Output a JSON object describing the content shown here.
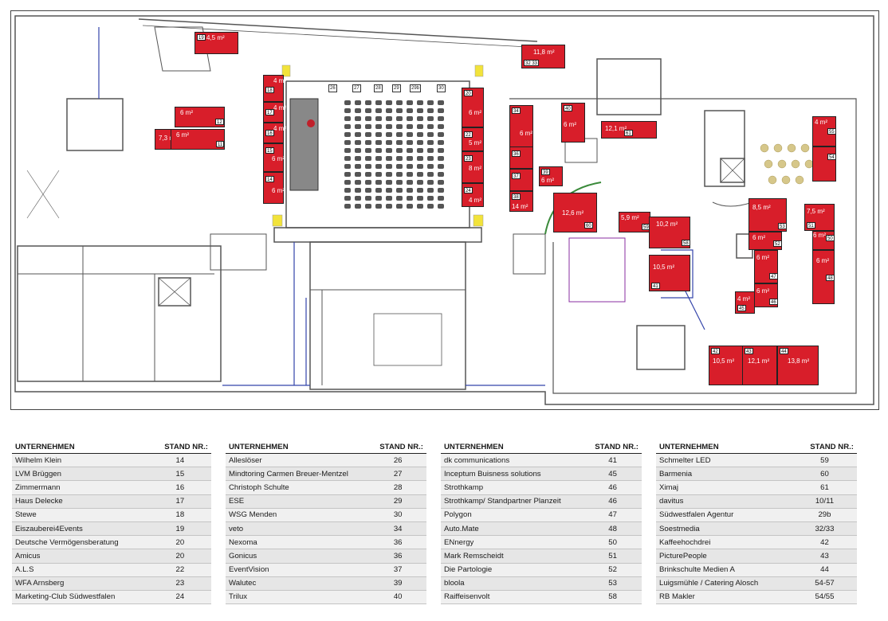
{
  "floorplan": {
    "booths": [
      {
        "id": "b19",
        "number": "19",
        "area": "4,5 m²"
      },
      {
        "id": "b12",
        "number": "12",
        "area": "6 m²"
      },
      {
        "id": "b10",
        "number": "10",
        "area": "7,3 m²"
      },
      {
        "id": "b11",
        "number": "11",
        "area": "6 m²"
      },
      {
        "id": "b18",
        "number": "18",
        "area": "4 m²"
      },
      {
        "id": "b17",
        "number": "17",
        "area": "4 m²"
      },
      {
        "id": "b16",
        "number": "16",
        "area": "4 m²"
      },
      {
        "id": "b15",
        "number": "15",
        "area": "6 m²"
      },
      {
        "id": "b14",
        "number": "14",
        "area": "6 m²"
      },
      {
        "id": "b20",
        "number": "20",
        "area": "6 m²"
      },
      {
        "id": "b22",
        "number": "22",
        "area": "5 m²"
      },
      {
        "id": "b23",
        "number": "23",
        "area": "8 m²"
      },
      {
        "id": "b24",
        "number": "24",
        "area": "4 m²"
      },
      {
        "id": "b3233",
        "number": "32 33",
        "area": "11,8 m²"
      },
      {
        "id": "b34",
        "number": "34",
        "area": "6 m²"
      },
      {
        "id": "b40",
        "number": "40",
        "area": "6 m²"
      },
      {
        "id": "b36",
        "number": "36",
        "area": ""
      },
      {
        "id": "b37",
        "number": "37",
        "area": ""
      },
      {
        "id": "b38",
        "number": "38",
        "area": "14 m²"
      },
      {
        "id": "b39",
        "number": "39",
        "area": "6 m²"
      },
      {
        "id": "b61",
        "number": "61",
        "area": "12,1 m²"
      },
      {
        "id": "b60",
        "number": "60",
        "area": "12,6 m²"
      },
      {
        "id": "b59",
        "number": "59",
        "area": "5,9 m²"
      },
      {
        "id": "b58",
        "number": "58",
        "area": "10,2 m²"
      },
      {
        "id": "b41",
        "number": "41",
        "area": "10,5 m²"
      },
      {
        "id": "b55",
        "number": "55",
        "area": "4 m²"
      },
      {
        "id": "b54",
        "number": "54",
        "area": ""
      },
      {
        "id": "b53",
        "number": "53",
        "area": "8,5 m²"
      },
      {
        "id": "b52",
        "number": "52",
        "area": "6 m²"
      },
      {
        "id": "b47",
        "number": "47",
        "area": "6 m²"
      },
      {
        "id": "b46",
        "number": "46",
        "area": "6 m²"
      },
      {
        "id": "b45",
        "number": "45",
        "area": "4 m²"
      },
      {
        "id": "b51",
        "number": "51",
        "area": "7,5 m²"
      },
      {
        "id": "b50",
        "number": "50",
        "area": "6 m²"
      },
      {
        "id": "b48",
        "number": "48",
        "area": "6 m²"
      },
      {
        "id": "b42",
        "number": "42",
        "area": "10,5 m²"
      },
      {
        "id": "b43",
        "number": "43",
        "area": "12,1 m²"
      },
      {
        "id": "b44",
        "number": "44",
        "area": "13,8 m²"
      }
    ],
    "hall_seat_labels": [
      "26",
      "27",
      "28",
      "29",
      "29b",
      "30"
    ]
  },
  "tables": [
    {
      "header_company": "UNTERNEHMEN",
      "header_stand": "STAND NR.:",
      "rows": [
        {
          "company": "Wilhelm Klein",
          "stand": "14"
        },
        {
          "company": "LVM Brüggen",
          "stand": "15"
        },
        {
          "company": "Zimmermann",
          "stand": "16"
        },
        {
          "company": "Haus Delecke",
          "stand": "17"
        },
        {
          "company": "Stewe",
          "stand": "18"
        },
        {
          "company": "Eiszauberei4Events",
          "stand": "19"
        },
        {
          "company": "Deutsche Vermögensberatung",
          "stand": "20"
        },
        {
          "company": "Amicus",
          "stand": "20"
        },
        {
          "company": "A.L.S",
          "stand": "22"
        },
        {
          "company": "WFA Arnsberg",
          "stand": "23"
        },
        {
          "company": "Marketing-Club Südwestfalen",
          "stand": "24"
        }
      ]
    },
    {
      "header_company": "UNTERNEHMEN",
      "header_stand": "STAND NR.:",
      "rows": [
        {
          "company": "Alleslöser",
          "stand": "26"
        },
        {
          "company": "Mindtoring Carmen Breuer-Mentzel",
          "stand": "27"
        },
        {
          "company": "Christoph Schulte",
          "stand": "28"
        },
        {
          "company": "ESE",
          "stand": "29"
        },
        {
          "company": "WSG Menden",
          "stand": "30"
        },
        {
          "company": "veto",
          "stand": "34"
        },
        {
          "company": "Nexoma",
          "stand": "36"
        },
        {
          "company": "Gonicus",
          "stand": "36"
        },
        {
          "company": "EventVision",
          "stand": "37"
        },
        {
          "company": "Walutec",
          "stand": "39"
        },
        {
          "company": "Trilux",
          "stand": "40"
        }
      ]
    },
    {
      "header_company": "UNTERNEHMEN",
      "header_stand": "STAND NR.:",
      "rows": [
        {
          "company": "dk communications",
          "stand": "41"
        },
        {
          "company": "Inceptum Buisness solutions",
          "stand": "45"
        },
        {
          "company": "Strothkamp",
          "stand": "46"
        },
        {
          "company": "Strothkamp/ Standpartner Planzeit",
          "stand": "46"
        },
        {
          "company": "Polygon",
          "stand": "47"
        },
        {
          "company": "Auto.Mate",
          "stand": "48"
        },
        {
          "company": "ENnergy",
          "stand": "50"
        },
        {
          "company": "Mark Remscheidt",
          "stand": "51"
        },
        {
          "company": "Die Partologie",
          "stand": "52"
        },
        {
          "company": "bloola",
          "stand": "53"
        },
        {
          "company": "Raiffeisenvolt",
          "stand": "58"
        }
      ]
    },
    {
      "header_company": "UNTERNEHMEN",
      "header_stand": "STAND NR.:",
      "rows": [
        {
          "company": "Schmelter LED",
          "stand": "59"
        },
        {
          "company": "Barmenia",
          "stand": "60"
        },
        {
          "company": "Ximaj",
          "stand": "61"
        },
        {
          "company": "davitus",
          "stand": "10/11"
        },
        {
          "company": "Südwestfalen Agentur",
          "stand": "29b"
        },
        {
          "company": "Soestmedia",
          "stand": "32/33"
        },
        {
          "company": "Kaffeehochdrei",
          "stand": "42"
        },
        {
          "company": "PicturePeople",
          "stand": "43"
        },
        {
          "company": "Brinkschulte Medien A",
          "stand": "44"
        },
        {
          "company": "Luigsmühle / Catering Alosch",
          "stand": "54-57"
        },
        {
          "company": "RB Makler",
          "stand": "54/55"
        }
      ]
    }
  ]
}
